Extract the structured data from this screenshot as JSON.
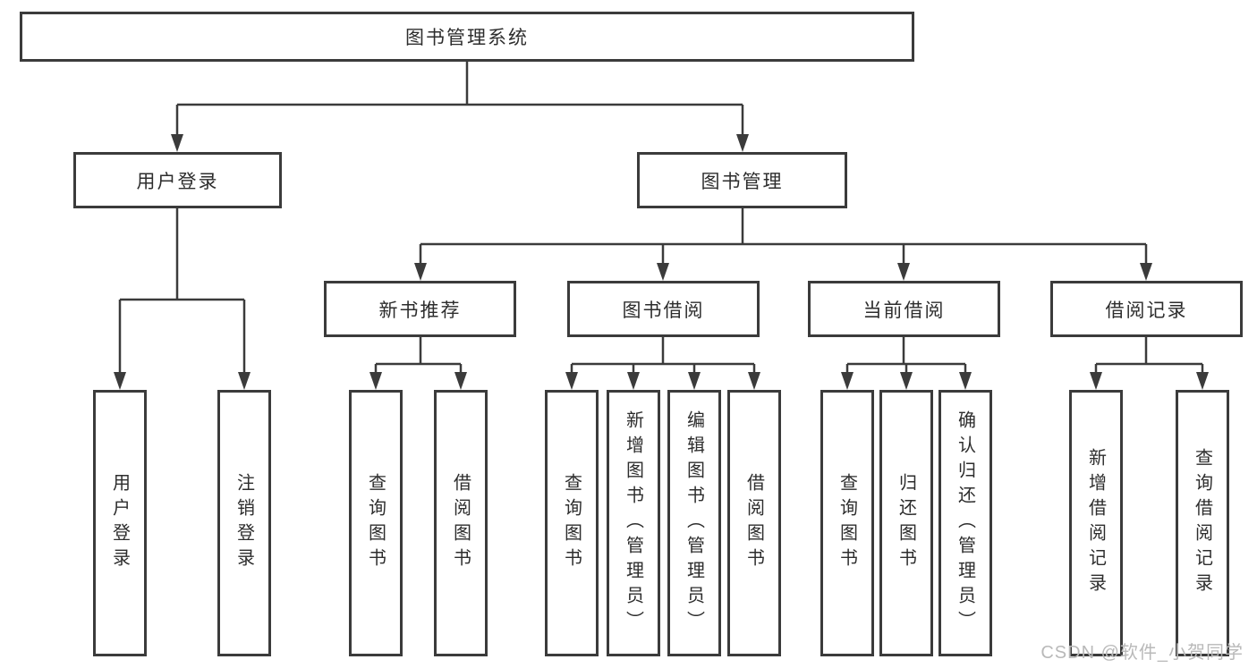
{
  "diagram": {
    "root": {
      "label": "图书管理系统"
    },
    "branches": [
      {
        "label": "用户登录",
        "children": [
          {
            "label": "用户登录"
          },
          {
            "label": "注销登录"
          }
        ]
      },
      {
        "label": "图书管理",
        "sections": [
          {
            "label": "新书推荐",
            "children": [
              {
                "label": "查询图书"
              },
              {
                "label": "借阅图书"
              }
            ]
          },
          {
            "label": "图书借阅",
            "children": [
              {
                "label": "查询图书"
              },
              {
                "label": "新增图书（管理员）"
              },
              {
                "label": "编辑图书（管理员）"
              },
              {
                "label": "借阅图书"
              }
            ]
          },
          {
            "label": "当前借阅",
            "children": [
              {
                "label": "查询图书"
              },
              {
                "label": "归还图书"
              },
              {
                "label": "确认归还（管理员）"
              }
            ]
          },
          {
            "label": "借阅记录",
            "children": [
              {
                "label": "新增借阅记录"
              },
              {
                "label": "查询借阅记录"
              }
            ]
          }
        ]
      }
    ]
  },
  "watermark": "CSDN @软件_小贺同学",
  "colors": {
    "line": "#3b3b3b",
    "text": "#2d2d2d",
    "watermark": "#b9b9b9",
    "background": "#ffffff"
  }
}
